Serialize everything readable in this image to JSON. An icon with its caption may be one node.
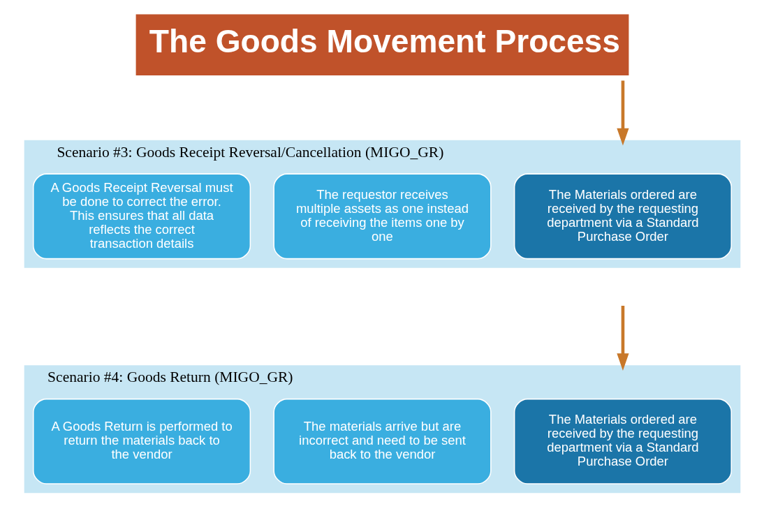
{
  "diagram": {
    "title": "The Goods Movement Process",
    "nodes": [
      {
        "text": [
          "Scenario #3: Goods Receipt Reversal/Cancellation (MIGO_GR)"
        ]
      },
      {
        "text": [
          "The Materials ordered are received by the requesting department via a Standard Purchase Order"
        ],
        "in": 0
      },
      {
        "text": [
          "The requestor receives multiple assets as one instead of receiving the items one by one"
        ],
        "in": 0
      },
      {
        "text": [
          "A Goods Receipt Reversal must be done to correct the error. This ensures that all data reflects the correct transaction details"
        ],
        "in": 0
      },
      {
        "text": [
          "Scenario #4: Goods Return (MIGO_GR)"
        ]
      },
      {
        "text": [
          "The Materials ordered are received by the requesting department via a Standard Purchase Order"
        ],
        "in": 4
      },
      {
        "text": [
          "The materials arrive but are incorrect and need to be sent back to the vendor"
        ],
        "in": 4
      },
      {
        "text": [
          "A Goods Return is performed to return the materials back to the vendor"
        ],
        "in": 4
      }
    ],
    "edges": [
      {
        "from": null,
        "to": 0,
        "arrow": "to"
      },
      {
        "from": null,
        "to": 4,
        "arrow": "to"
      }
    ]
  }
}
